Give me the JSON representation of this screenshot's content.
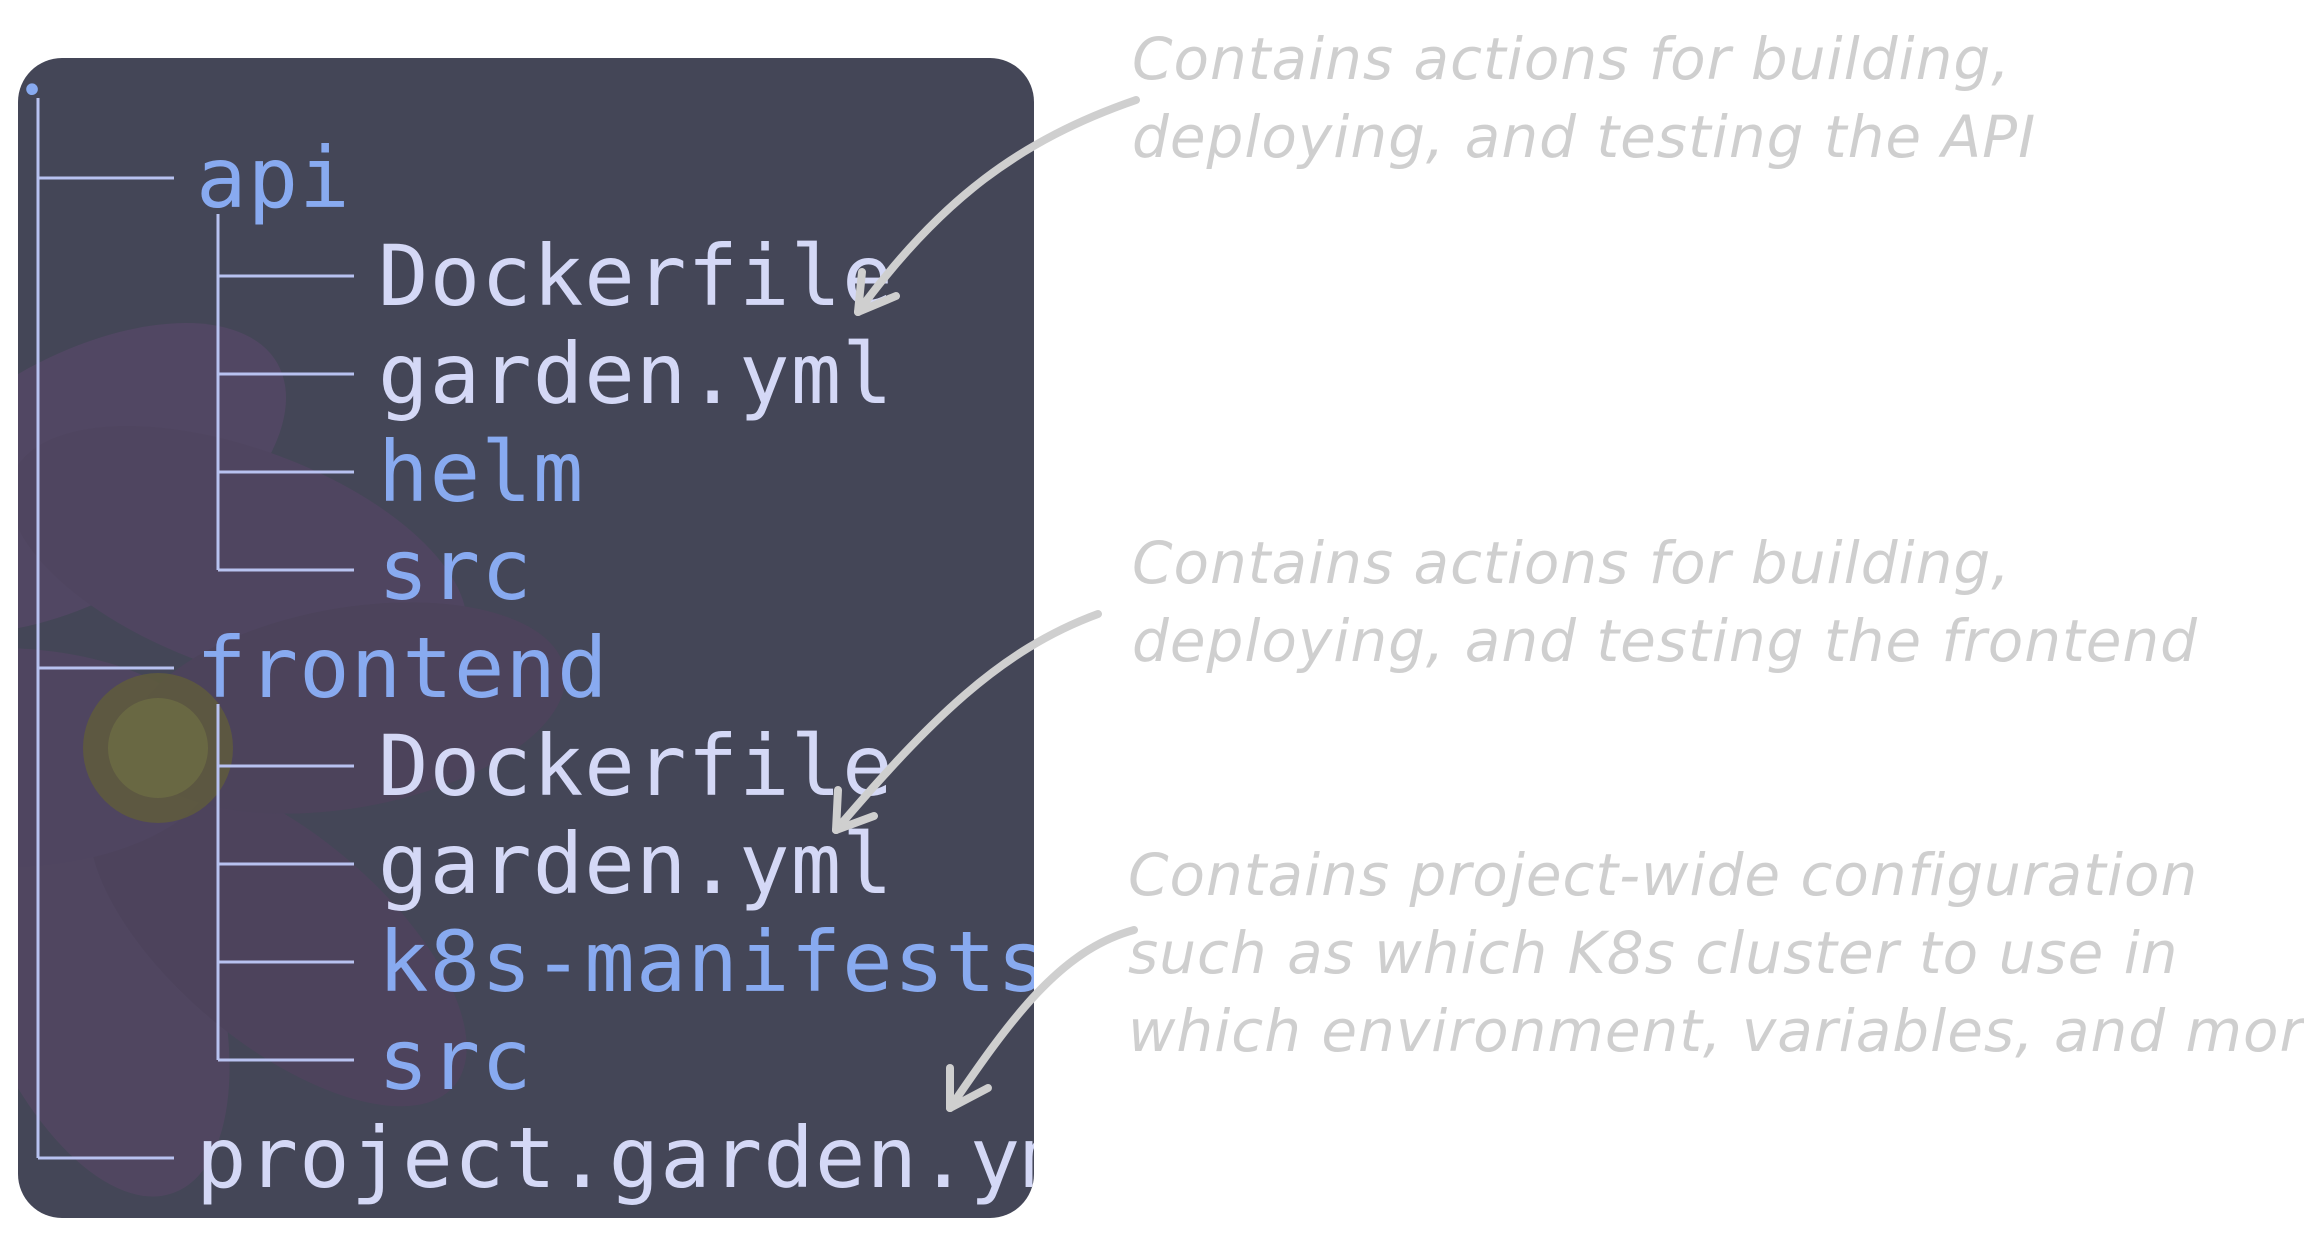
{
  "tree": {
    "root_marker": "•",
    "items": [
      {
        "label": "api",
        "kind": "dir",
        "depth": 1
      },
      {
        "label": "Dockerfile",
        "kind": "file",
        "depth": 2
      },
      {
        "label": "garden.yml",
        "kind": "file",
        "depth": 2
      },
      {
        "label": "helm",
        "kind": "dir",
        "depth": 2
      },
      {
        "label": "src",
        "kind": "dir",
        "depth": 2
      },
      {
        "label": "frontend",
        "kind": "dir",
        "depth": 1
      },
      {
        "label": "Dockerfile",
        "kind": "file",
        "depth": 2
      },
      {
        "label": "garden.yml",
        "kind": "file",
        "depth": 2
      },
      {
        "label": "k8s-manifests",
        "kind": "dir",
        "depth": 2
      },
      {
        "label": "src",
        "kind": "dir",
        "depth": 2
      },
      {
        "label": "project.garden.yml",
        "kind": "file",
        "depth": 1
      }
    ]
  },
  "annotations": {
    "api": {
      "line1": "Contains actions for building,",
      "line2": "deploying, and testing the API"
    },
    "frontend": {
      "line1": "Contains actions for building,",
      "line2": "deploying, and testing the frontend"
    },
    "project": {
      "line1": "Contains project-wide configuration",
      "line2": "such as which K8s cluster to use in",
      "line3": "which environment, variables, and more"
    }
  },
  "colors": {
    "panel_background": "#444657",
    "directory_text": "#88aaf0",
    "file_text": "#d4d8f6",
    "tree_lines": "#b8c2f0",
    "annotation_text": "#cfcfcf",
    "arrow": "#cfcfcf"
  }
}
